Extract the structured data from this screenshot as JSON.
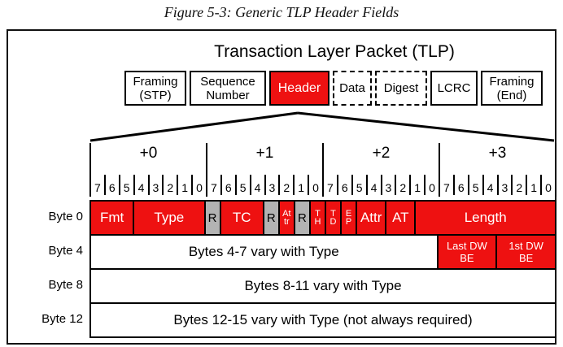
{
  "figure_title": "Figure 5-3: Generic TLP Header Fields",
  "panel": {
    "title": "Transaction Layer Packet (TLP)",
    "packet_fields": [
      {
        "id": "framing-stp",
        "line1": "Framing",
        "line2": "(STP)",
        "style": "solid"
      },
      {
        "id": "sequence-number",
        "line1": "Sequence",
        "line2": "Number",
        "style": "solid"
      },
      {
        "id": "header",
        "line1": "Header",
        "style": "highlight"
      },
      {
        "id": "data",
        "line1": "Data",
        "style": "dashed"
      },
      {
        "id": "digest",
        "line1": "Digest",
        "style": "dashed"
      },
      {
        "id": "lcrc",
        "line1": "LCRC",
        "style": "solid"
      },
      {
        "id": "framing-end",
        "line1": "Framing",
        "line2": "(End)",
        "style": "solid"
      }
    ]
  },
  "byte_table": {
    "column_headers": [
      "+0",
      "+1",
      "+2",
      "+3"
    ],
    "bit_labels": [
      "7",
      "6",
      "5",
      "4",
      "3",
      "2",
      "1",
      "0"
    ],
    "rows": [
      {
        "label": "Byte 0",
        "cells": [
          {
            "label": "Fmt",
            "bits": 3,
            "kind": "field"
          },
          {
            "label": "Type",
            "bits": 5,
            "kind": "field"
          },
          {
            "label": "R",
            "bits": 1,
            "kind": "reserved"
          },
          {
            "label": "TC",
            "bits": 3,
            "kind": "field"
          },
          {
            "label": "R",
            "bits": 1,
            "kind": "reserved"
          },
          {
            "line1": "At",
            "line2": "tr",
            "bits": 1,
            "kind": "field"
          },
          {
            "label": "R",
            "bits": 1,
            "kind": "reserved"
          },
          {
            "line1": "T",
            "line2": "H",
            "bits": 1,
            "kind": "field"
          },
          {
            "line1": "T",
            "line2": "D",
            "bits": 1,
            "kind": "field"
          },
          {
            "line1": "E",
            "line2": "P",
            "bits": 1,
            "kind": "field"
          },
          {
            "label": "Attr",
            "bits": 2,
            "kind": "field"
          },
          {
            "label": "AT",
            "bits": 2,
            "kind": "field"
          },
          {
            "label": "Length",
            "bits": 10,
            "kind": "field"
          }
        ]
      },
      {
        "label": "Byte 4",
        "cells": [
          {
            "label": "Bytes 4-7 vary with Type",
            "bits": 24,
            "kind": "plain"
          },
          {
            "line1": "Last DW",
            "line2": "BE",
            "bits": 4,
            "kind": "field"
          },
          {
            "line1": "1st DW",
            "line2": "BE",
            "bits": 4,
            "kind": "field"
          }
        ]
      },
      {
        "label": "Byte 8",
        "cells": [
          {
            "label": "Bytes 8-11 vary with Type",
            "bits": 32,
            "kind": "plain"
          }
        ]
      },
      {
        "label": "Byte 12",
        "cells": [
          {
            "label": "Bytes 12-15 vary with Type (not always required)",
            "bits": 32,
            "kind": "plain"
          }
        ]
      }
    ]
  },
  "colors": {
    "field_red": "#ee1111",
    "reserved_gray": "#b3b3b3",
    "line_black": "#000000",
    "background": "#ffffff"
  }
}
